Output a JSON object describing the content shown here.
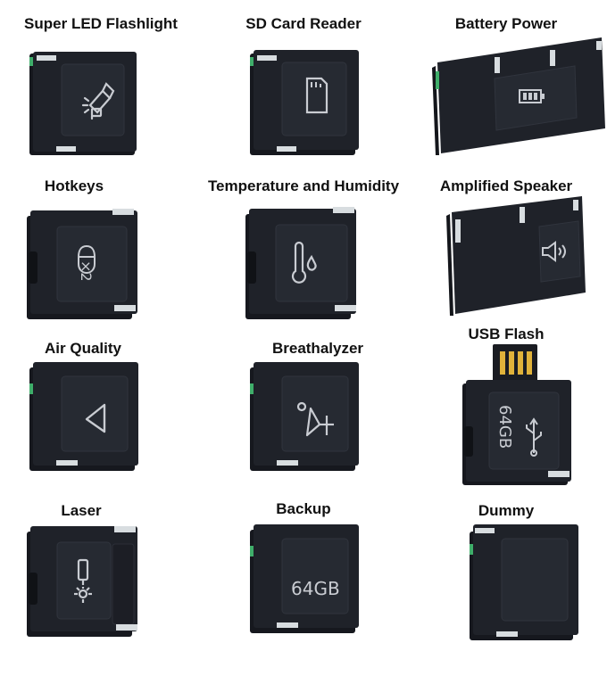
{
  "modules": [
    {
      "label": "Super LED Flashlight",
      "icon": "flashlight-icon"
    },
    {
      "label": "SD Card Reader",
      "icon": "sd-card-icon"
    },
    {
      "label": "Battery Power",
      "icon": "battery-icon"
    },
    {
      "label": "Hotkeys",
      "icon": "hotkeys-icon",
      "icon_text": "×2"
    },
    {
      "label": "Temperature  and  Humidity",
      "icon": "thermometer-icon"
    },
    {
      "label": "Amplified Speaker",
      "icon": "speaker-icon"
    },
    {
      "label": "Air Quality",
      "icon": "air-quality-icon"
    },
    {
      "label": "Breathalyzer",
      "icon": "breathalyzer-icon"
    },
    {
      "label": "USB Flash",
      "icon": "usb-icon",
      "icon_text": "64GB"
    },
    {
      "label": "Laser",
      "icon": "laser-icon"
    },
    {
      "label": "Backup",
      "icon": "storage-icon",
      "icon_text": "64GB"
    },
    {
      "label": "Dummy",
      "icon": "blank-icon"
    }
  ],
  "colors": {
    "module_body": "#1b1d24",
    "module_face": "#23262e",
    "module_edge": "#2c2f38",
    "icon_stroke": "#c9ccd2",
    "accent_led": "#3fae6a",
    "clip_metal": "#d8dde0",
    "usb_contact": "#e0b23a",
    "label_text": "#111111"
  }
}
